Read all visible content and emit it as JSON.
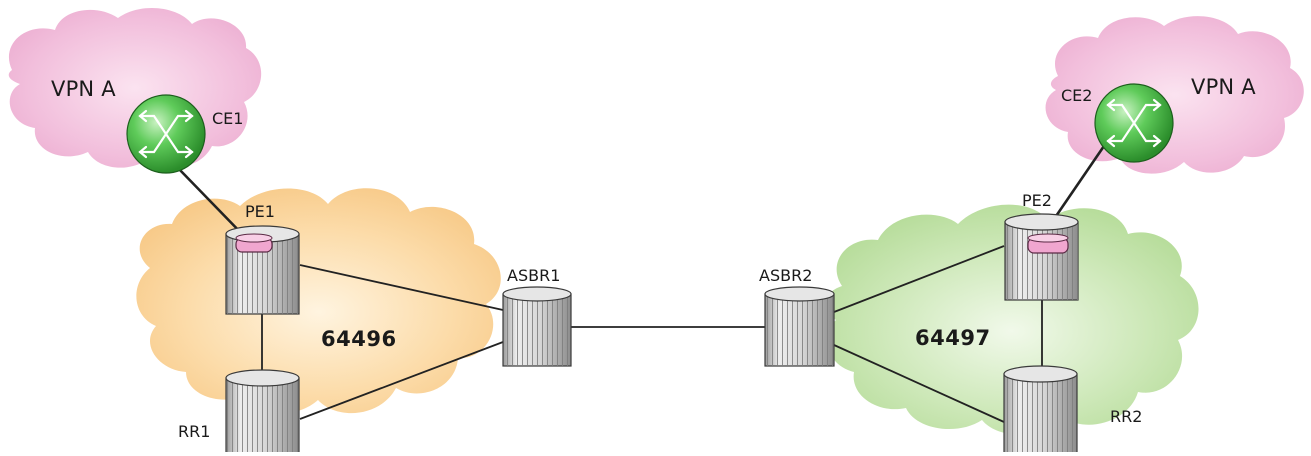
{
  "colors": {
    "vpn_cloud": "#f2c0dd",
    "as1_cloud": "#fbd9a6",
    "as2_cloud": "#c9e6b4",
    "ce_router": "#4fbf4f",
    "pe_vrf_marker": "#f0a6cf",
    "link": "#222222"
  },
  "vpn_left": {
    "label": "VPN A"
  },
  "vpn_right": {
    "label": "VPN A"
  },
  "as_left": {
    "label": "64496"
  },
  "as_right": {
    "label": "64497"
  },
  "nodes": {
    "ce1": {
      "label": "CE1",
      "icon": "ce-router-icon"
    },
    "ce2": {
      "label": "CE2",
      "icon": "ce-router-icon"
    },
    "pe1": {
      "label": "PE1",
      "icon": "pe-router-icon"
    },
    "pe2": {
      "label": "PE2",
      "icon": "pe-router-icon"
    },
    "asbr1": {
      "label": "ASBR1",
      "icon": "asbr-router-icon"
    },
    "asbr2": {
      "label": "ASBR2",
      "icon": "asbr-router-icon"
    },
    "rr1": {
      "label": "RR1",
      "icon": "route-reflector-icon"
    },
    "rr2": {
      "label": "RR2",
      "icon": "route-reflector-icon"
    }
  }
}
